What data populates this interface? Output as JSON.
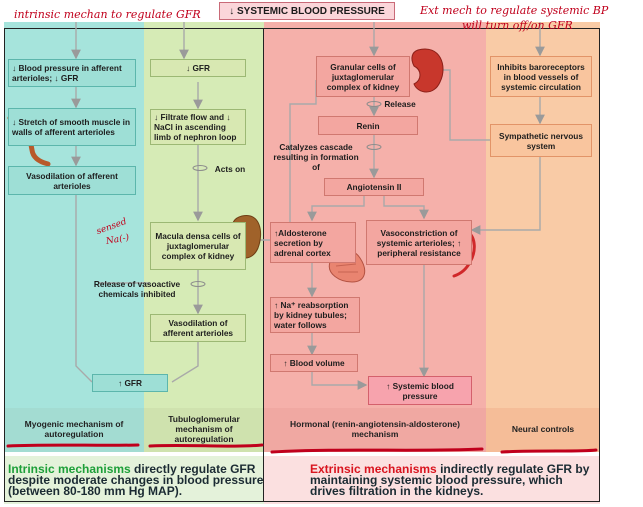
{
  "top_title": "↓ SYSTEMIC BLOOD PRESSURE",
  "annotations": {
    "intrinsic_note": "intrinsic mechan to regulate GFR",
    "extrinsic_note_line1": "Ext mech  to regulate systemic BP",
    "extrinsic_note_line2": "will turn  off/on GFR",
    "sensed_note_line1": "sensed",
    "sensed_note_line2": "Na(-)"
  },
  "boxes": {
    "bp_afferent": "↓ Blood pressure in afferent arterioles; ↓ GFR",
    "gfr_down": "↓ GFR",
    "stretch": "↓ Stretch of smooth muscle in walls of afferent arterioles",
    "filtrate": "↓ Filtrate flow and ↓ NaCl in ascending limb of nephron loop",
    "vasodilation_aff": "Vasodilation of afferent arterioles",
    "macula_densa": "Macula densa cells of juxtaglomerular complex of kidney",
    "vasodilation_aff2": "Vasodilation of afferent arterioles",
    "gfr_up": "↑ GFR",
    "granular": "Granular cells of juxtaglomerular complex of kidney",
    "renin": "Renin",
    "angiotensin": "Angiotensin II",
    "aldosterone": "↑Aldosterone secretion by adrenal cortex",
    "vasoconstriction": "Vasoconstriction of systemic arterioles; ↑ peripheral resistance",
    "na_reabsorption": "↑ Na⁺ reabsorption by kidney tubules; water follows",
    "blood_volume": "↑ Blood volume",
    "systemic_bp_up": "↑ Systemic blood pressure",
    "baroreceptors": "Inhibits baroreceptors in blood vessels of systemic circulation",
    "sympathetic": "Sympathetic nervous system"
  },
  "plain_labels": {
    "acts_on": "Acts on",
    "release": "Release",
    "catalyzes": "Catalyzes cascade resulting in formation of",
    "vasoactive": "Release of vasoactive chemicals inhibited"
  },
  "bottom_labels": {
    "myogenic": "Myogenic mechanism of autoregulation",
    "tubuloglomerular": "Tubuloglomerular mechanism of autoregulation",
    "hormonal": "Hormonal (renin-angiotensin-aldosterone) mechanism",
    "neural": "Neural controls"
  },
  "summary": {
    "intrinsic_bold": "Intrinsic mechanisms",
    "intrinsic_text": " directly regulate GFR despite moderate changes in blood pressure (between 80-180 mm Hg MAP).",
    "extrinsic_bold": "Extrinsic mechanisms",
    "extrinsic_text": " indirectly regulate GFR by maintaining systemic blood pressure, which drives filtration in the kidneys."
  },
  "colors": {
    "myogenic_bg": "#a6e4dc",
    "tubulo_bg": "#d6ebb6",
    "hormonal_bg": "#f5b0aa",
    "neural_bg": "#f9cba6",
    "intrinsic_green": "#1d9f39",
    "extrinsic_red": "#d9141f",
    "annotation_red": "#c0001c"
  }
}
